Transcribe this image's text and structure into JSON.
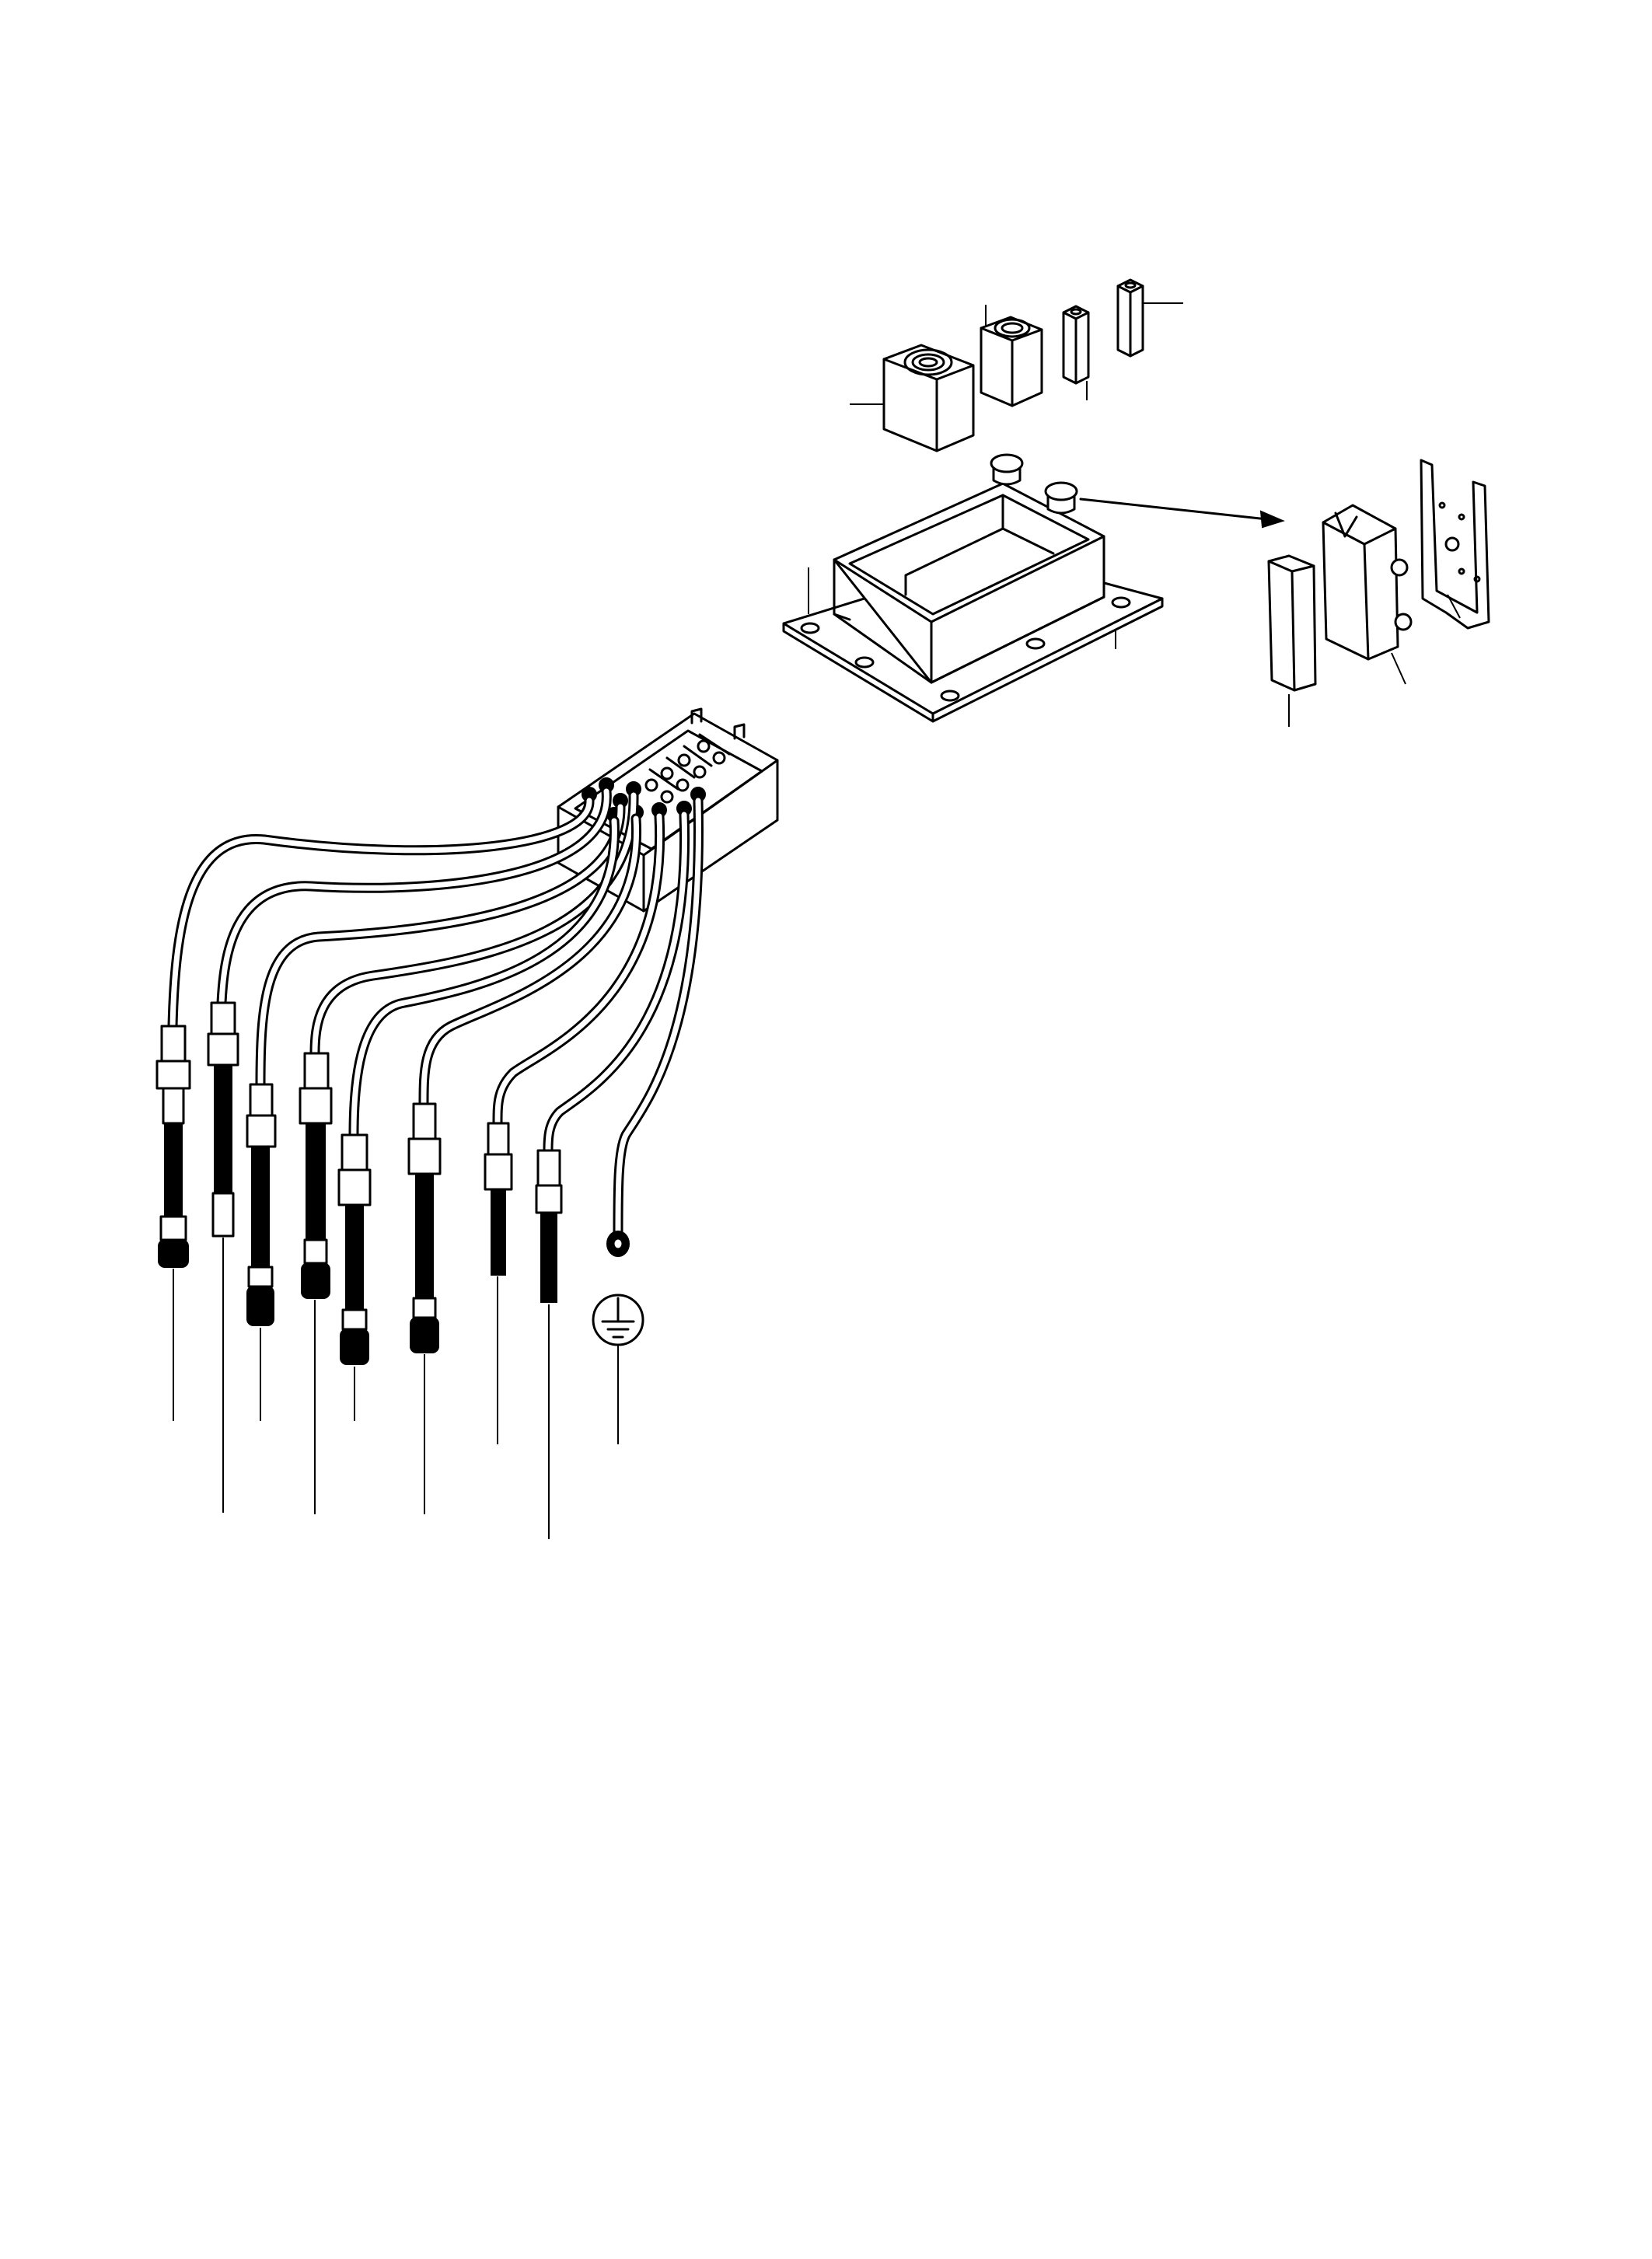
{
  "diagram": {
    "kind": "exploded-parts-illustration",
    "line_color": "#000000",
    "background": "#ffffff",
    "callouts": [
      {
        "id": "relay-large"
      },
      {
        "id": "relay-small"
      },
      {
        "id": "fuse-holder-a"
      },
      {
        "id": "fuse-holder-b"
      },
      {
        "id": "enclosure-box"
      },
      {
        "id": "base-plate"
      },
      {
        "id": "mounting-bracket"
      },
      {
        "id": "bracket-clip"
      },
      {
        "id": "insulating-block"
      },
      {
        "id": "cable-1"
      },
      {
        "id": "cable-2"
      },
      {
        "id": "cable-3"
      },
      {
        "id": "cable-4"
      },
      {
        "id": "cable-5"
      },
      {
        "id": "cable-6"
      },
      {
        "id": "cable-7"
      },
      {
        "id": "cable-8"
      },
      {
        "id": "ground-lead"
      }
    ],
    "symbols": [
      "ground-symbol-icon",
      "direction-arrow-icon"
    ]
  }
}
